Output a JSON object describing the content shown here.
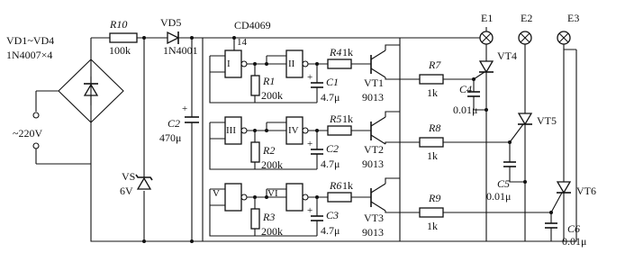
{
  "ic": {
    "name": "CD4069",
    "pin14": "14"
  },
  "bridge": {
    "name": "VD1~VD4",
    "part": "1N4007×4"
  },
  "mains": "~220V",
  "zener": {
    "name": "VS",
    "value": "6V"
  },
  "r10": {
    "name": "R10",
    "value": "100k"
  },
  "vd5": {
    "name": "VD5",
    "part": "1N4001"
  },
  "c2": {
    "name": "C2",
    "value": "470μ"
  },
  "gates": {
    "I": "I",
    "II": "II",
    "III": "III",
    "IV": "IV",
    "V": "V",
    "VI": "VI"
  },
  "stages": [
    {
      "r_name": "R1",
      "r_value": "200k",
      "c_name": "C1",
      "c_value": "4.7μ",
      "rb_name": "R4",
      "rb_value": "1k",
      "q_name": "VT1",
      "q_part": "9013",
      "rg_name": "R7",
      "rg_value": "1k",
      "cg_name": "C4",
      "cg_value": "0.01μ",
      "scr": "VT4",
      "lamp": "E1"
    },
    {
      "r_name": "R2",
      "r_value": "200k",
      "c_name": "C2",
      "c_value": "4.7μ",
      "rb_name": "R5",
      "rb_value": "1k",
      "q_name": "VT2",
      "q_part": "9013",
      "rg_name": "R8",
      "rg_value": "1k",
      "cg_name": "C5",
      "cg_value": "0.01μ",
      "scr": "VT5",
      "lamp": "E2"
    },
    {
      "r_name": "R3",
      "r_value": "200k",
      "c_name": "C3",
      "c_value": "4.7μ",
      "rb_name": "R6",
      "rb_value": "1k",
      "q_name": "VT3",
      "q_part": "9013",
      "rg_name": "R9",
      "rg_value": "1k",
      "cg_name": "C6",
      "cg_value": "0.01μ",
      "scr": "VT6",
      "lamp": "E3"
    }
  ]
}
